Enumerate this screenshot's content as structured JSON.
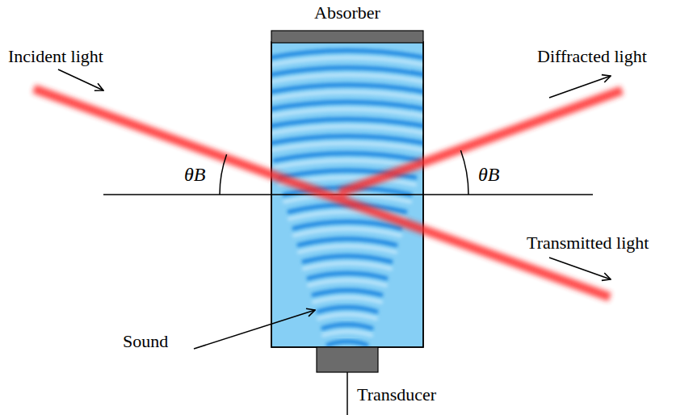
{
  "diagram": {
    "labels": [
      "Absorber",
      "Incident light",
      "Diffracted light",
      "θB",
      "θB",
      "Transmitted light",
      "Sound",
      "Transducer"
    ]
  }
}
